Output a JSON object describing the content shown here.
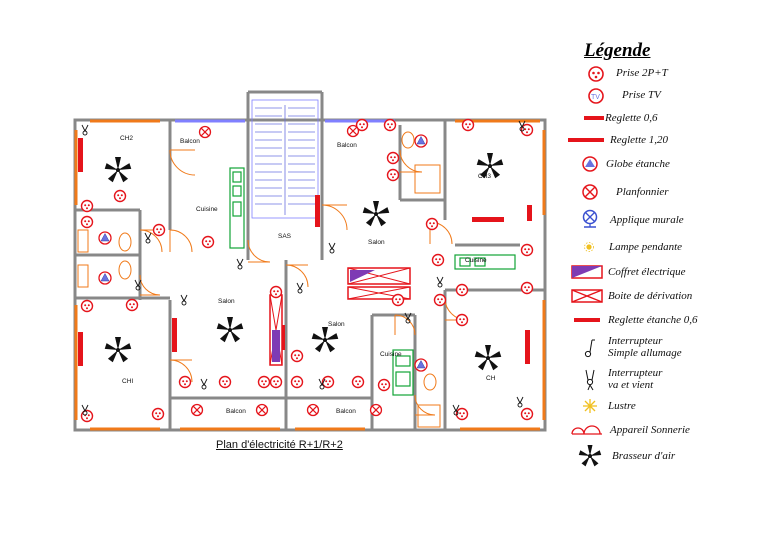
{
  "plan": {
    "title": "Plan d'électricité R+1/R+2",
    "rooms": {
      "ch2": "CH2",
      "balcon_top_left": "Balcon",
      "cuisine_left": "Cuisine",
      "sas": "SAS",
      "balcon_top_right": "Balcon",
      "salon_right": "Salon",
      "ch3": "CH3",
      "cuisine_right": "Cuisine",
      "salon_left": "Salon",
      "salon_center": "Salon",
      "cuisine_center": "Cuisine",
      "chi": "CHI",
      "ch": "CH",
      "balcon_bottom_left": "Balcon",
      "balcon_bottom_right": "Balcon"
    }
  },
  "legend": {
    "title": "Légende",
    "items": [
      {
        "icon": "socket-2p-t-icon",
        "label": "Prise 2P+T"
      },
      {
        "icon": "tv-socket-icon",
        "label": "Prise TV"
      },
      {
        "icon": "strip-light-06-icon",
        "label": "Reglette 0,6"
      },
      {
        "icon": "strip-light-120-icon",
        "label": "Reglette 1,20"
      },
      {
        "icon": "sealed-globe-icon",
        "label": "Globe étanche"
      },
      {
        "icon": "ceiling-light-icon",
        "label": "Planfonnier"
      },
      {
        "icon": "wall-sconce-icon",
        "label": "Applique murale"
      },
      {
        "icon": "pendant-lamp-icon",
        "label": "Lampe pendante"
      },
      {
        "icon": "electrical-box-icon",
        "label": "Coffret électrique"
      },
      {
        "icon": "junction-box-icon",
        "label": "Boite de dérivation"
      },
      {
        "icon": "sealed-strip-light-icon",
        "label": "Reglette étanche 0,6"
      },
      {
        "icon": "single-switch-icon",
        "label": "Interrupteur",
        "label2": "Simple allumage"
      },
      {
        "icon": "two-way-switch-icon",
        "label": "Interrupteur",
        "label2": "va et vient"
      },
      {
        "icon": "chandelier-icon",
        "label": "Lustre"
      },
      {
        "icon": "doorbell-icon",
        "label": "Appareil Sonnerie"
      },
      {
        "icon": "ceiling-fan-icon",
        "label": "Brasseur d'air"
      }
    ]
  },
  "colors": {
    "wall": "#888888",
    "door": "#f07a1a",
    "window": "#8080ff",
    "red": "#e5141b",
    "stairs": "#6a72e0",
    "kitchen": "#12a336",
    "electrical": "#7e3bb4"
  }
}
